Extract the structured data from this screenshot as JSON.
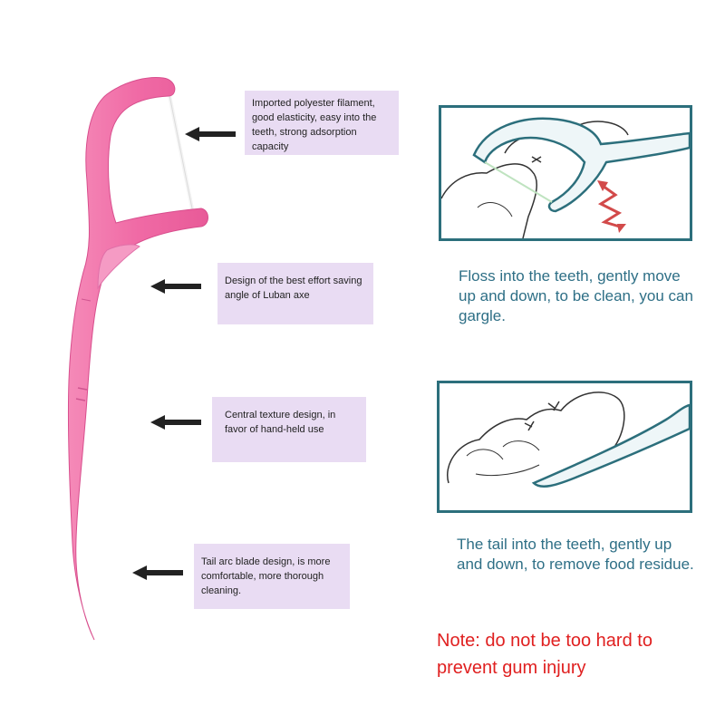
{
  "callouts": [
    {
      "text": "Imported polyester filament, good elasticity, easy into the teeth, strong adsorption capacity"
    },
    {
      "text": "Design of the best effort saving angle of Luban axe"
    },
    {
      "text": "Central texture design, in favor of hand-held use"
    },
    {
      "text": "Tail arc blade design, is more comfortable, more thorough cleaning."
    }
  ],
  "panels": [
    {
      "caption": "Floss into the teeth, gently move up and down, to be clean, you can gargle."
    },
    {
      "caption": "The tail into the teeth, gently up and down, to remove food residue."
    }
  ],
  "note": "Note: do not be too hard to prevent gum injury",
  "icons": {
    "pointer": "arrow-left-icon",
    "motion": "zigzag-arrow-icon"
  },
  "colors": {
    "pick": "#f06ba8",
    "callout_bg": "#e9dcf3",
    "panel_border": "#2c6f7c",
    "caption": "#2e6f86",
    "note": "#e02020"
  }
}
